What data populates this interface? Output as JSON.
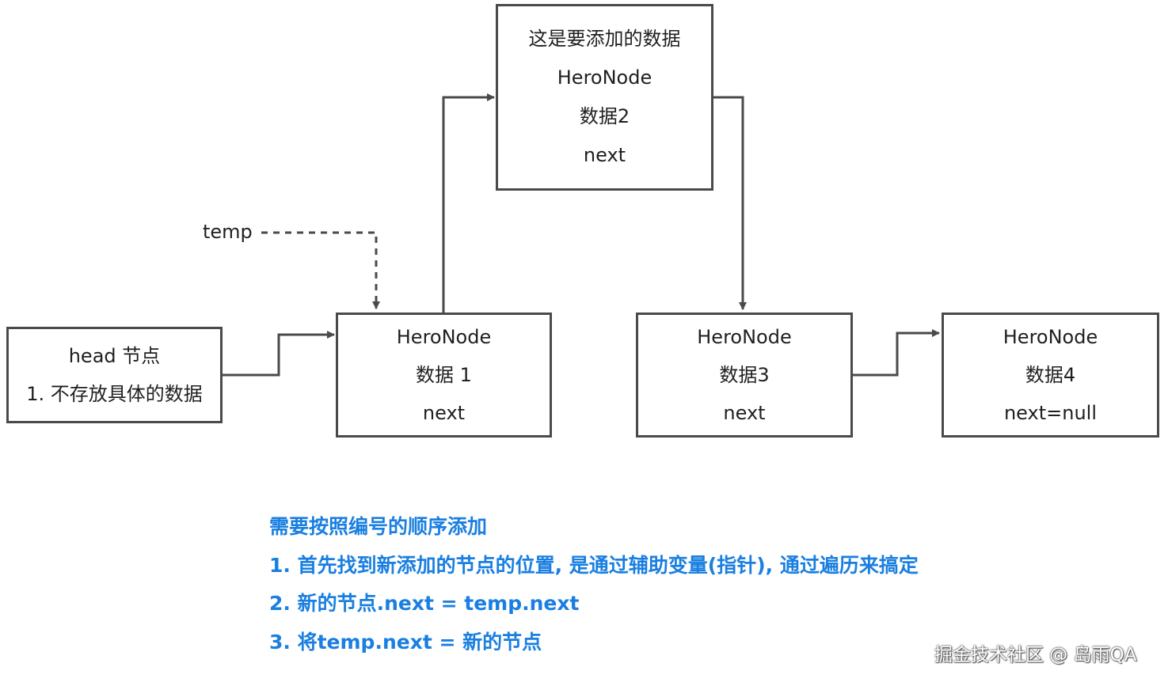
{
  "colors": {
    "stroke": "#4a4a4a",
    "note_text": "#1a7fe0",
    "background": "#ffffff"
  },
  "nodes": {
    "head": {
      "lines": [
        "head 节点",
        "1. 不存放具体的数据"
      ]
    },
    "node1": {
      "lines": [
        "HeroNode",
        "数据 1",
        "next"
      ]
    },
    "new_node": {
      "lines": [
        "这是要添加的数据",
        "HeroNode",
        "数据2",
        "next"
      ]
    },
    "node3": {
      "lines": [
        "HeroNode",
        "数据3",
        "next"
      ]
    },
    "node4": {
      "lines": [
        "HeroNode",
        "数据4",
        "next=null"
      ]
    }
  },
  "temp_label": "temp",
  "notes": [
    "需要按照编号的顺序添加",
    "1. 首先找到新添加的节点的位置, 是通过辅助变量(指针), 通过遍历来搞定",
    "2. 新的节点.next = temp.next",
    "3. 将temp.next = 新的节点"
  ],
  "watermark": "掘金技术社区 @ 岛雨QA"
}
